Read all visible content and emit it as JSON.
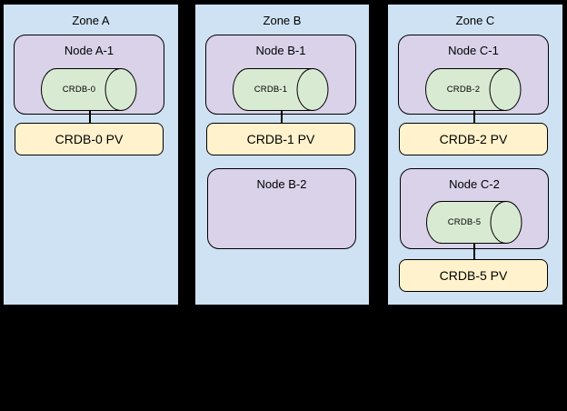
{
  "colors": {
    "canvas_bg": "#000000",
    "zone_fill": "#cfe2f3",
    "node_fill": "#d9d2e9",
    "db_fill": "#d9ead3",
    "pv_fill": "#fff2cc",
    "border": "#000000"
  },
  "zones": [
    {
      "label": "Zone A",
      "nodes": [
        {
          "label": "Node A-1",
          "db": "CRDB-0",
          "pv": "CRDB-0 PV"
        }
      ]
    },
    {
      "label": "Zone B",
      "nodes": [
        {
          "label": "Node B-1",
          "db": "CRDB-1",
          "pv": "CRDB-1 PV"
        },
        {
          "label": "Node B-2"
        }
      ]
    },
    {
      "label": "Zone C",
      "nodes": [
        {
          "label": "Node C-1",
          "db": "CRDB-2",
          "pv": "CRDB-2 PV"
        },
        {
          "label": "Node C-2",
          "db": "CRDB-5",
          "pv": "CRDB-5 PV"
        }
      ]
    }
  ]
}
